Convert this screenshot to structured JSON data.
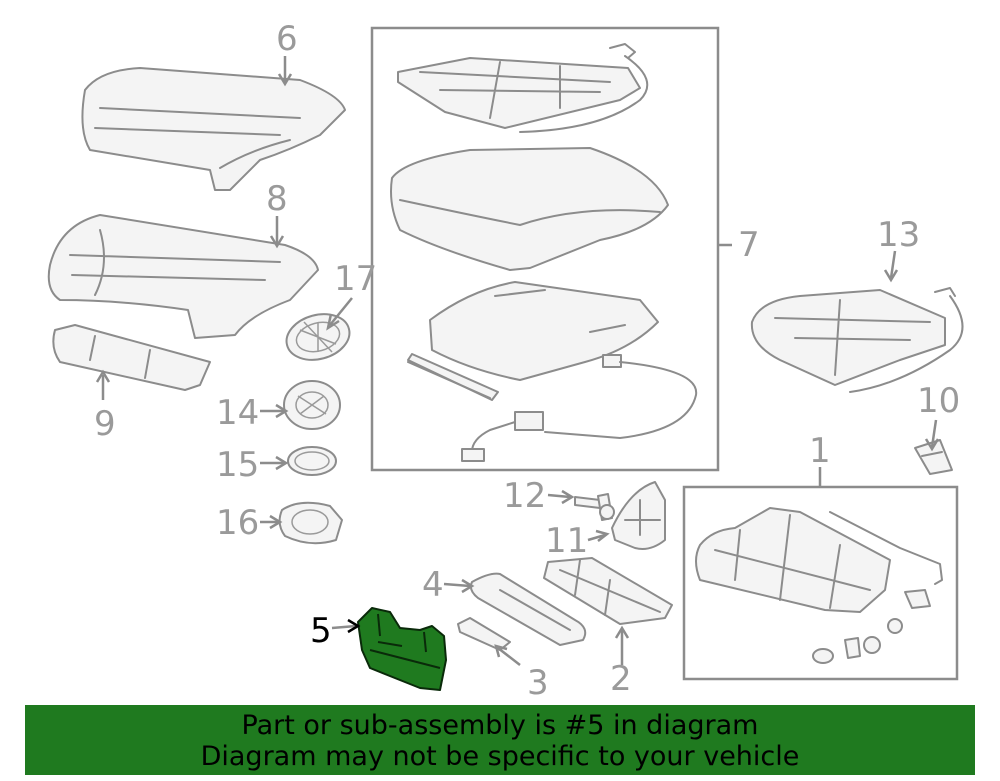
{
  "callouts": {
    "c1": "1",
    "c2": "2",
    "c3": "3",
    "c4": "4",
    "c5": "5",
    "c6": "6",
    "c7": "7",
    "c8": "8",
    "c9": "9",
    "c10": "10",
    "c11": "11",
    "c12": "12",
    "c13": "13",
    "c14": "14",
    "c15": "15",
    "c16": "16",
    "c17": "17"
  },
  "highlight": {
    "part_number": "5",
    "color": "#1f7a1f"
  },
  "banner": {
    "line1": "Part or sub-assembly is #5 in diagram",
    "line2": "Diagram may not be specific to your vehicle"
  }
}
